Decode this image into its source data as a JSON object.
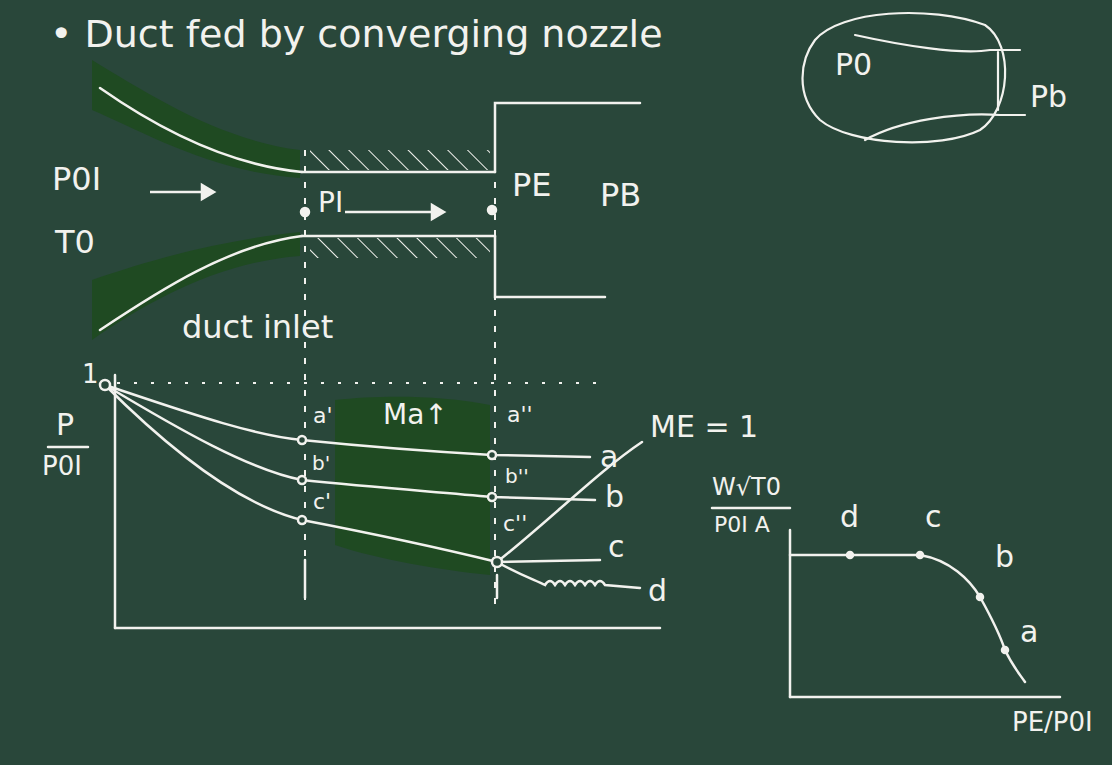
{
  "diagram": {
    "title": "• Duct fed by converging nozzle",
    "labels": [
      "P0",
      "Pb",
      "P0I",
      "T0",
      "PI",
      "PE",
      "PB",
      "duct inlet",
      "1",
      "P",
      "P0I",
      "a'",
      "b'",
      "c'",
      "Ma↑",
      "a''",
      "b''",
      "c''",
      "a",
      "b",
      "c",
      "d",
      "ME = 1",
      "d",
      "c",
      "W√T0",
      "P0I A",
      "b",
      "a",
      "PE/P0I"
    ]
  }
}
